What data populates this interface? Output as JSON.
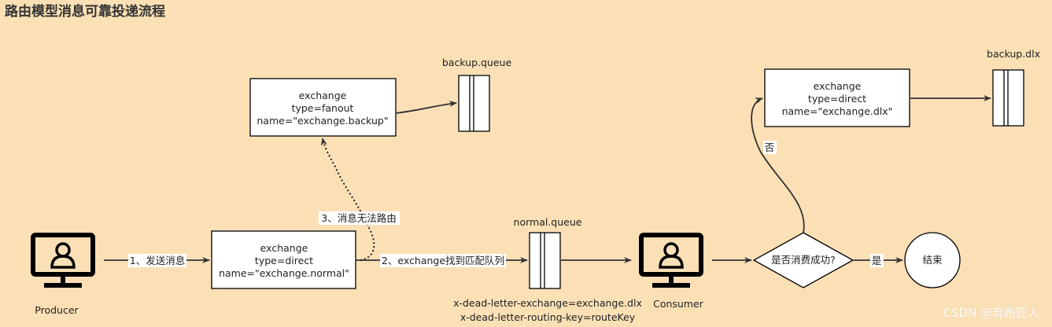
{
  "title": "路由模型消息可靠投递流程",
  "nodes": {
    "producer": {
      "label": "Producer"
    },
    "consumer": {
      "label": "Consumer"
    },
    "exchange_normal": {
      "line1": "exchange",
      "line2": "type=direct",
      "line3": "name=\"exchange.normal\""
    },
    "exchange_backup": {
      "line1": "exchange",
      "line2": "type=fanout",
      "line3": "name=\"exchange.backup\""
    },
    "exchange_dlx": {
      "line1": "exchange",
      "line2": "type=direct",
      "line3": "name=\"exchange.dlx\""
    },
    "backup_queue": {
      "label": "backup.queue"
    },
    "normal_queue": {
      "label": "normal.queue",
      "note1": "x-dead-letter-exchange=exchange.dlx",
      "note2": "x-dead-letter-routing-key=routeKey"
    },
    "backup_dlx": {
      "label": "backup.dlx"
    },
    "decision": {
      "label": "是否消费成功?"
    },
    "end": {
      "label": "结束"
    }
  },
  "edges": {
    "send": "1、发送消息",
    "route": "2、exchange找到匹配队列",
    "unroutable": "3、消息无法路由",
    "no": "否",
    "yes": "是"
  },
  "watermark": "CSDN @奔跑匠人"
}
